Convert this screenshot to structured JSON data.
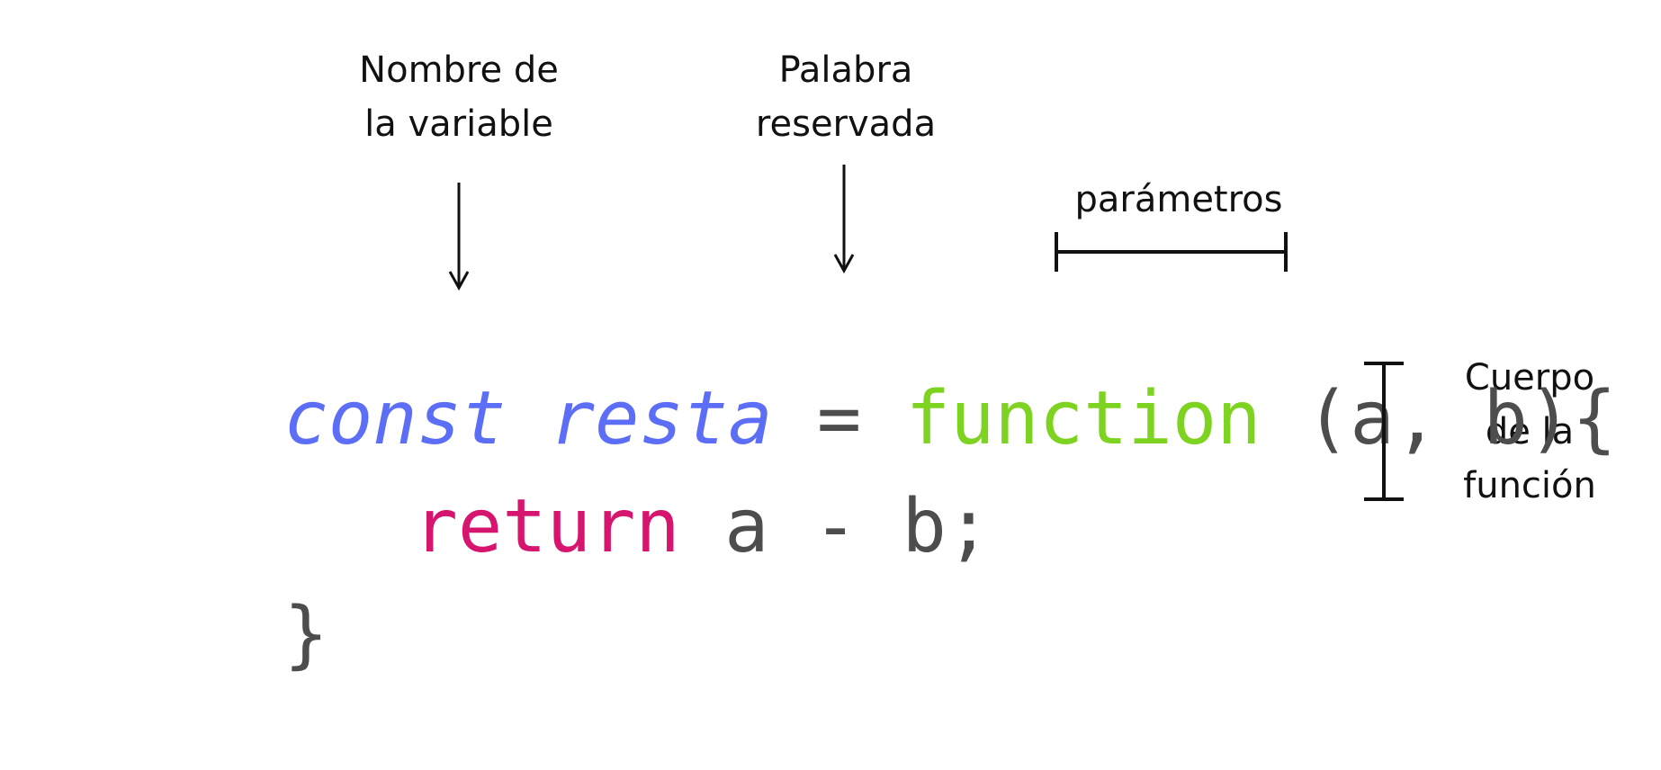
{
  "colors": {
    "declaration": "#5b6ef5",
    "keyword_function": "#7ed321",
    "keyword_return": "#d6156f",
    "code_text": "#4d4d4d",
    "annotation": "#111111"
  },
  "annotations": {
    "variable_name": [
      "Nombre de",
      "la variable"
    ],
    "reserved_word": [
      "Palabra",
      "reservada"
    ],
    "parameters": "parámetros",
    "function_body": [
      "Cuerpo",
      "de la",
      "función"
    ]
  },
  "code": {
    "line1": {
      "const": "const",
      "name": "resta",
      "equals": "=",
      "function": "function",
      "params": "(a, b)",
      "open_brace": "{"
    },
    "line2": {
      "return": "return",
      "expression": "a - b;"
    },
    "line3": {
      "close_brace": "}"
    }
  }
}
